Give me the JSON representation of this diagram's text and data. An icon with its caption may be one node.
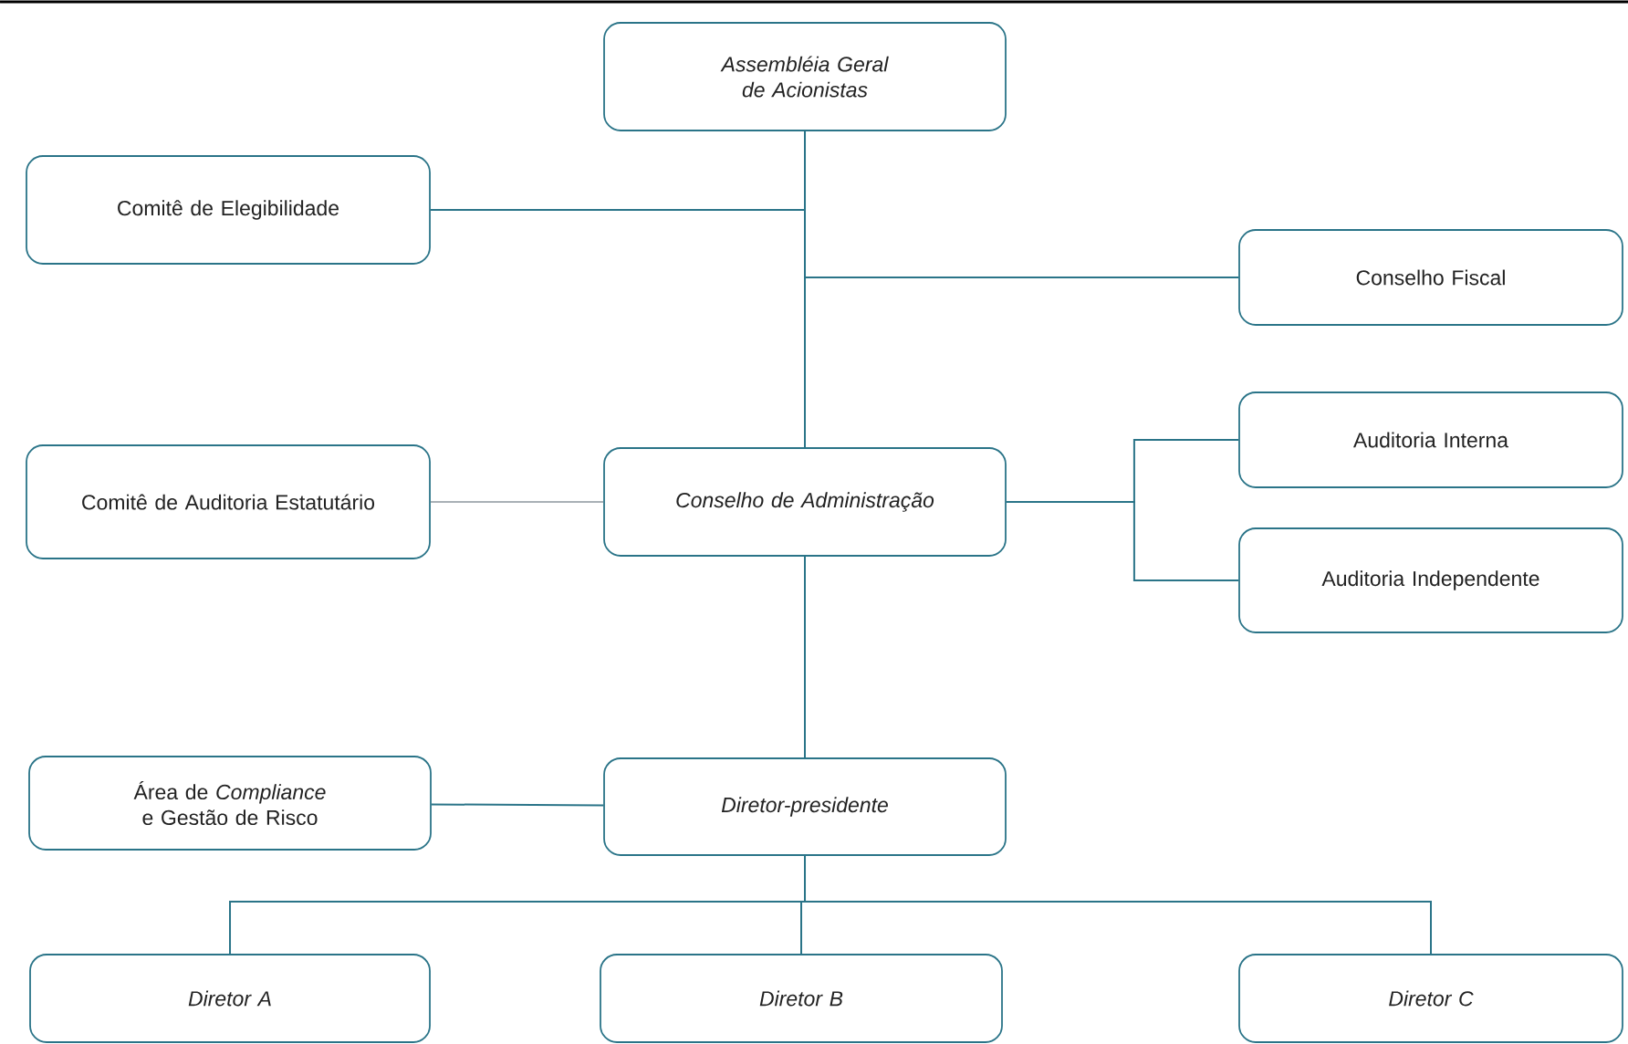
{
  "diagram": {
    "nodes": [
      {
        "text": [
          "Assembléia Geral de Acionistas"
        ]
      },
      {
        "text": [
          "Comitê de Elegibilidade"
        ]
      },
      {
        "text": [
          "Conselho Fiscal"
        ]
      },
      {
        "text": [
          "Comitê de Auditoria Estatutário"
        ]
      },
      {
        "text": [
          "Conselho de Administração"
        ]
      },
      {
        "text": [
          "Auditoria Interna"
        ]
      },
      {
        "text": [
          "Auditoria Independente"
        ]
      },
      {
        "text": [
          "Área de *Compliance* e Gestão de Risco"
        ]
      },
      {
        "text": [
          "Diretor-presidente"
        ]
      },
      {
        "text": [
          "Diretor A"
        ]
      },
      {
        "text": [
          "Diretor B"
        ]
      },
      {
        "text": [
          "Diretor C"
        ]
      }
    ],
    "edges": [
      {
        "from": 0,
        "to": 1,
        "arrow": "none"
      },
      {
        "from": 0,
        "to": 2,
        "arrow": "none"
      },
      {
        "from": 0,
        "to": 4,
        "arrow": "none"
      },
      {
        "from": 4,
        "to": 3,
        "arrow": "none",
        "color": "#a9b0b6"
      },
      {
        "from": 4,
        "to": 5,
        "arrow": "none"
      },
      {
        "from": 4,
        "to": 6,
        "arrow": "none"
      },
      {
        "from": 4,
        "to": 8,
        "arrow": "none"
      },
      {
        "from": 8,
        "to": 7,
        "arrow": "none"
      },
      {
        "from": 8,
        "to": 9,
        "arrow": "none"
      },
      {
        "from": 8,
        "to": 10,
        "arrow": "none"
      },
      {
        "from": 8,
        "to": 11,
        "arrow": "none"
      }
    ]
  }
}
